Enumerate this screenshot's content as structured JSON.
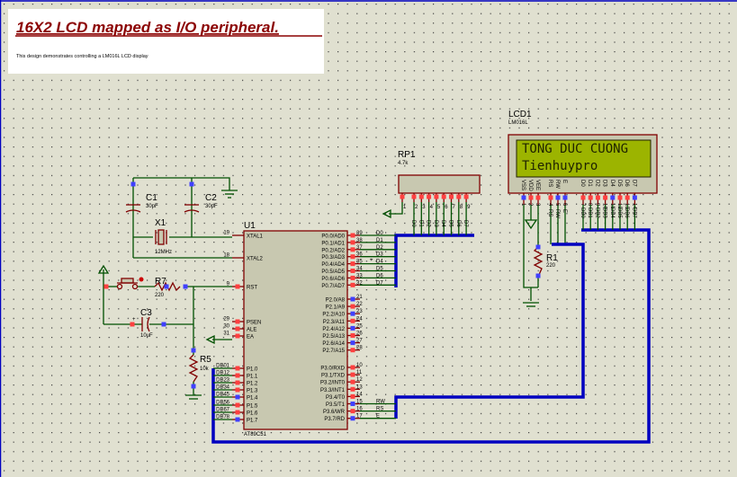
{
  "title_block": {
    "title": "16X2 LCD mapped as I/O peripheral.",
    "description": "This design demonstrates controlling a LM016L LCD display"
  },
  "colors": {
    "background": "#e0e0d0",
    "wire": "#005000",
    "bus": "#0000c0",
    "component": "#800000",
    "lcd_screen": "#9cb400",
    "pin_red": "#ff4040",
    "pin_blue": "#4040ff"
  },
  "u1": {
    "ref": "U1",
    "part": "AT89C51",
    "left_pins": [
      {
        "num": "19",
        "name": "XTAL1"
      },
      {
        "num": "18",
        "name": "XTAL2"
      },
      {
        "num": "9",
        "name": "RST"
      },
      {
        "num": "29",
        "name": "PSEN"
      },
      {
        "num": "30",
        "name": "ALE"
      },
      {
        "num": "31",
        "name": "EA"
      },
      {
        "num": "1",
        "name": "P1.0",
        "net": "DB0"
      },
      {
        "num": "2",
        "name": "P1.1",
        "net": "DB1"
      },
      {
        "num": "3",
        "name": "P1.2",
        "net": "DB2"
      },
      {
        "num": "4",
        "name": "P1.3",
        "net": "DB3"
      },
      {
        "num": "5",
        "name": "P1.4",
        "net": "DB4"
      },
      {
        "num": "6",
        "name": "P1.5",
        "net": "DB5"
      },
      {
        "num": "7",
        "name": "P1.6",
        "net": "DB6"
      },
      {
        "num": "8",
        "name": "P1.7",
        "net": "DB7"
      }
    ],
    "right_pins": [
      {
        "num": "39",
        "name": "P0.0/AD0",
        "net": "D0"
      },
      {
        "num": "38",
        "name": "P0.1/AD1",
        "net": "D1"
      },
      {
        "num": "37",
        "name": "P0.2/AD2",
        "net": "D2"
      },
      {
        "num": "36",
        "name": "P0.3/AD3",
        "net": "D3"
      },
      {
        "num": "35",
        "name": "P0.4/AD4",
        "net": "D4"
      },
      {
        "num": "34",
        "name": "P0.5/AD5",
        "net": "D5"
      },
      {
        "num": "33",
        "name": "P0.6/AD6",
        "net": "D6"
      },
      {
        "num": "32",
        "name": "P0.7/AD7",
        "net": "D7"
      },
      {
        "num": "21",
        "name": "P2.0/A8"
      },
      {
        "num": "22",
        "name": "P2.1/A9"
      },
      {
        "num": "23",
        "name": "P2.2/A10"
      },
      {
        "num": "24",
        "name": "P2.3/A11"
      },
      {
        "num": "25",
        "name": "P2.4/A12"
      },
      {
        "num": "26",
        "name": "P2.5/A13"
      },
      {
        "num": "27",
        "name": "P2.6/A14"
      },
      {
        "num": "28",
        "name": "P2.7/A15"
      },
      {
        "num": "10",
        "name": "P3.0/RXD"
      },
      {
        "num": "11",
        "name": "P3.1/TXD"
      },
      {
        "num": "12",
        "name": "P3.2/INT0"
      },
      {
        "num": "13",
        "name": "P3.3/INT1"
      },
      {
        "num": "14",
        "name": "P3.4/T0"
      },
      {
        "num": "15",
        "name": "P3.5/T1",
        "net": "RW"
      },
      {
        "num": "16",
        "name": "P3.6/WR",
        "net": "RS"
      },
      {
        "num": "17",
        "name": "P3.7/RD",
        "net": "E"
      }
    ]
  },
  "lcd": {
    "ref": "LCD1",
    "part": "LM016L",
    "line1": "TONG DUC CUONG",
    "line2": "Tienhuypro",
    "pins": [
      {
        "num": "1",
        "name": "VSS"
      },
      {
        "num": "2",
        "name": "VDD"
      },
      {
        "num": "3",
        "name": "VEE"
      },
      {
        "num": "4",
        "name": "RS"
      },
      {
        "num": "5",
        "name": "RW"
      },
      {
        "num": "6",
        "name": "E"
      },
      {
        "num": "7",
        "name": "D0",
        "net": "DB0"
      },
      {
        "num": "8",
        "name": "D1",
        "net": "DB1"
      },
      {
        "num": "9",
        "name": "D2",
        "net": "DB2"
      },
      {
        "num": "10",
        "name": "D3",
        "net": "DB3"
      },
      {
        "num": "11",
        "name": "D4",
        "net": "DB4"
      },
      {
        "num": "12",
        "name": "D5",
        "net": "DB5"
      },
      {
        "num": "13",
        "name": "D6",
        "net": "DB6"
      },
      {
        "num": "14",
        "name": "D7",
        "net": "DB7"
      }
    ],
    "nets": [
      "RS",
      "RW",
      "E"
    ]
  },
  "rp1": {
    "ref": "RP1",
    "value": "4.7k",
    "pins": [
      "1",
      "2",
      "3",
      "4",
      "5",
      "6",
      "7",
      "8",
      "9"
    ],
    "nets": [
      "D0",
      "D1",
      "D2",
      "D3",
      "D4",
      "D5",
      "D6",
      "D7"
    ]
  },
  "c1": {
    "ref": "C1",
    "value": "30pF"
  },
  "c2": {
    "ref": "C2",
    "value": "30pF"
  },
  "x1": {
    "ref": "X1",
    "value": "12MHz"
  },
  "r7": {
    "ref": "R7",
    "value": "220"
  },
  "c3": {
    "ref": "C3",
    "value": "10uF"
  },
  "r5": {
    "ref": "R5",
    "value": "10k"
  },
  "r1": {
    "ref": "R1",
    "value": "220"
  }
}
